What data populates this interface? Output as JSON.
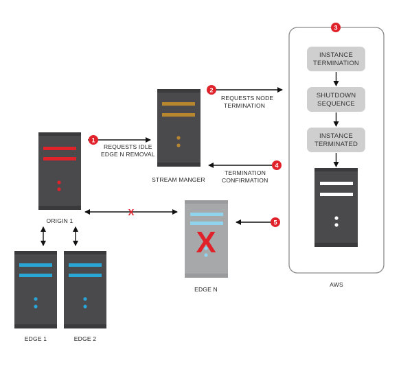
{
  "colors": {
    "server_body": "#4a4a4c",
    "server_dark": "#3a3a3c",
    "server_edge": "#6a6a6c",
    "origin_accent": "#e0222b",
    "manager_accent": "#b8862e",
    "edge_accent": "#2aa6d6",
    "edge_n_body": "#a7a8aa",
    "edge_n_accent": "#8fd3ec",
    "aws_server_accent": "#ffffff",
    "step_badge": "#e0222b",
    "arrow": "#111111",
    "x_mark": "#e0222b",
    "aws_box_border": "#888888",
    "aws_process_fill": "#cfcfcf"
  },
  "servers": {
    "origin": {
      "label": "ORIGIN 1"
    },
    "stream_manager": {
      "label": "STREAM MANGER"
    },
    "edge_n": {
      "label": "EDGE N"
    },
    "edge1": {
      "label": "EDGE 1"
    },
    "edge2": {
      "label": "EDGE 2"
    },
    "aws_label": "AWS"
  },
  "steps": {
    "s1": {
      "num": "1",
      "line1": "REQUESTS IDLE",
      "line2": "EDGE N REMOVAL"
    },
    "s2": {
      "num": "2",
      "line1": "REQUESTS NODE",
      "line2": "TERMINATION"
    },
    "s3": {
      "num": "3"
    },
    "s4": {
      "num": "4",
      "line1": "TERMINATION",
      "line2": "CONFIRMATION"
    },
    "s5": {
      "num": "5"
    }
  },
  "aws_sequence": [
    {
      "line1": "INSTANCE",
      "line2": "TERMINATION"
    },
    {
      "line1": "SHUTDOWN",
      "line2": "SEQUENCE"
    },
    {
      "line1": "INSTANCE",
      "line2": "TERMINATED"
    }
  ],
  "marks": {
    "link_break": "X",
    "edge_n_removed": "X"
  }
}
